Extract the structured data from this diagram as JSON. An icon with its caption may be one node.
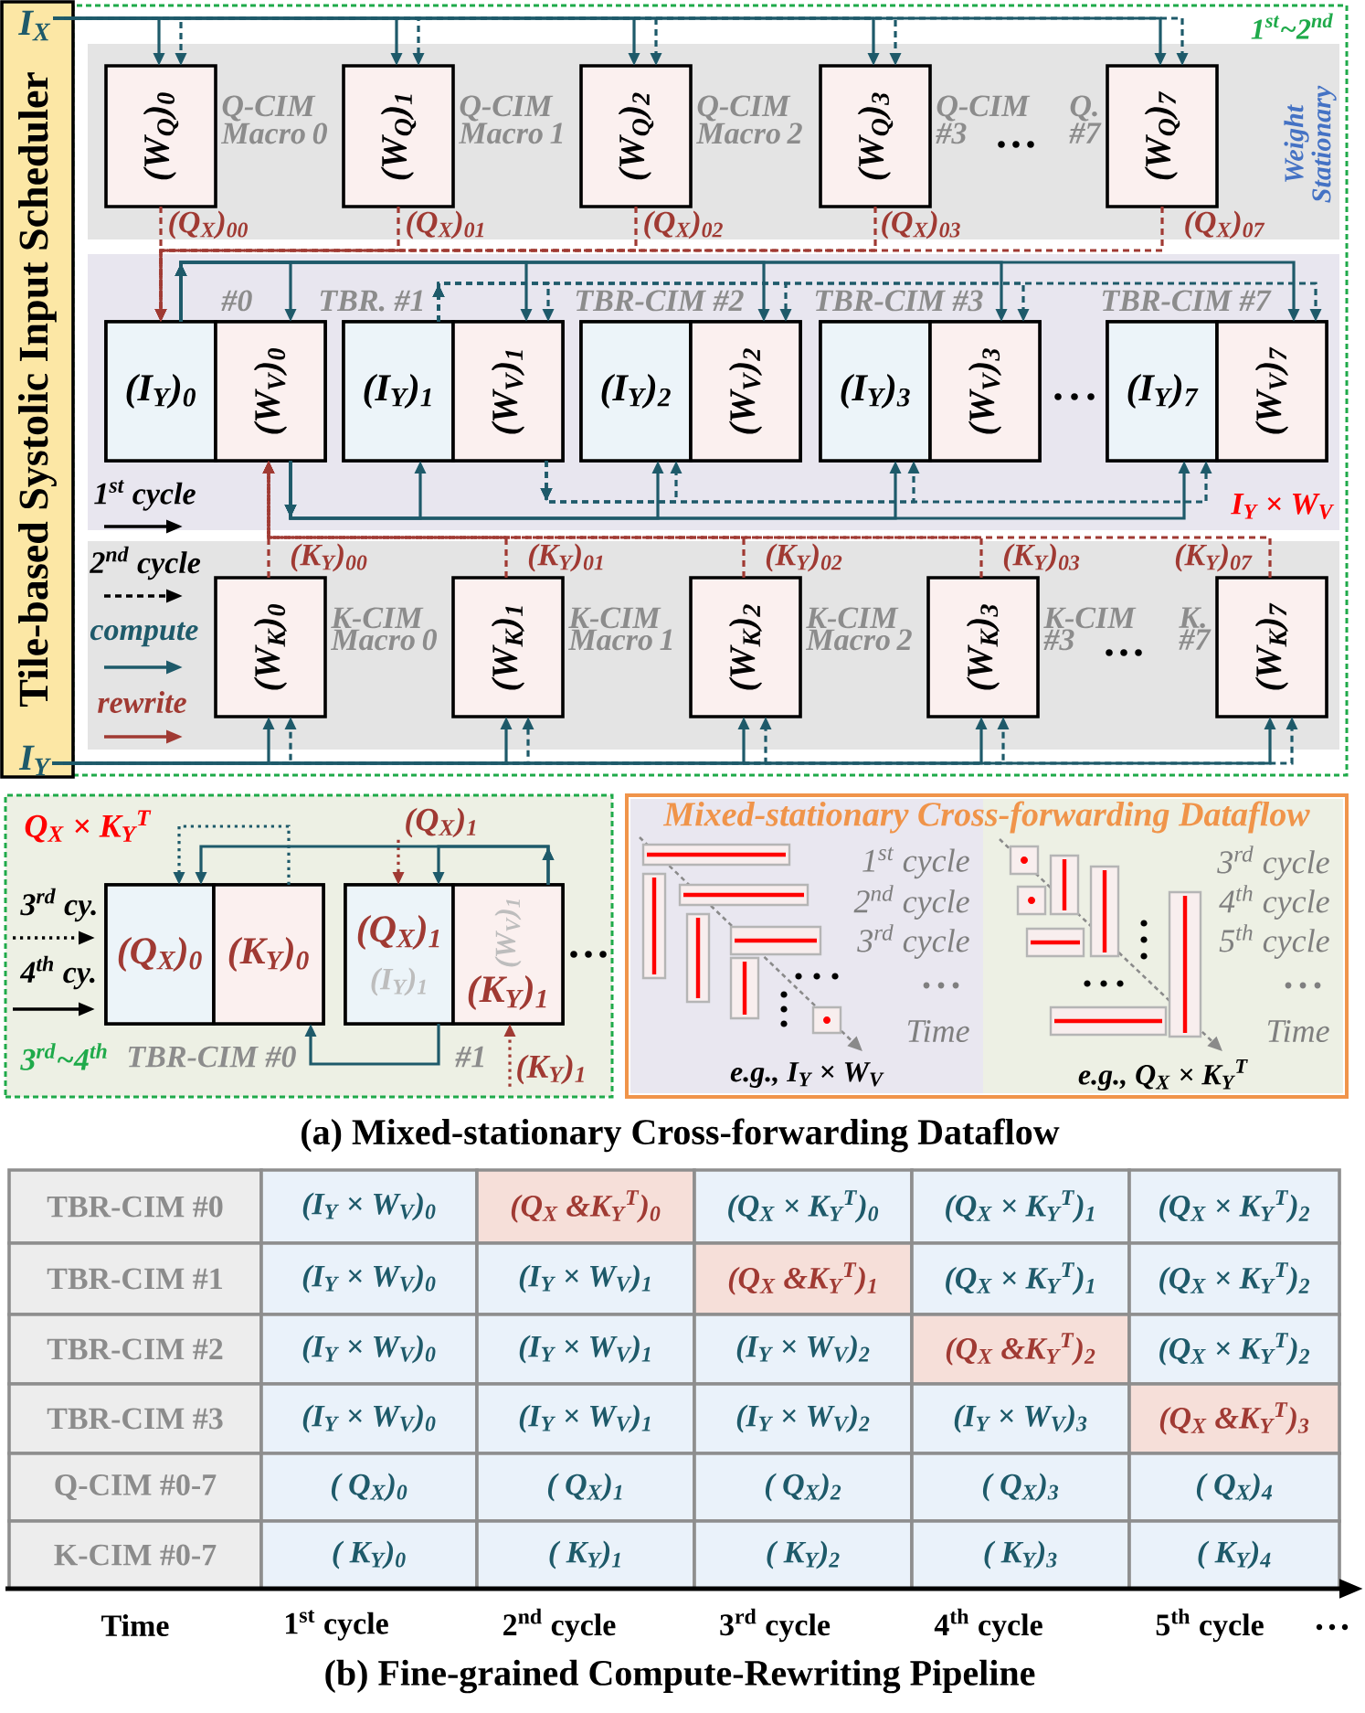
{
  "diagram": {
    "nodes": [
      {
        "text": [
          "Tile-based Systolic Input Scheduler"
        ]
      },
      {
        "text": [
          "I$_{X}$"
        ],
        "in": 0
      },
      {
        "text": [
          "I$_{Y}$"
        ],
        "in": 0
      },
      {
        "text": [
          "1$^{st}$~2$^{nd}$"
        ]
      },
      {
        "text": [
          "Weight Stationary"
        ],
        "in": 3
      },
      {
        "text": [
          "(W$_{Q}$)$_{0}$"
        ],
        "beside": [
          "Q-CIM Macro 0"
        ],
        "in": 4
      },
      {
        "text": [
          "(W$_{Q}$)$_{1}$"
        ],
        "beside": [
          "Q-CIM Macro 1"
        ],
        "in": 4
      },
      {
        "text": [
          "(W$_{Q}$)$_{2}$"
        ],
        "beside": [
          "Q-CIM Macro 2"
        ],
        "in": 4
      },
      {
        "text": [
          "(W$_{Q}$)$_{3}$"
        ],
        "beside": [
          "Q-CIM #3"
        ],
        "in": 4
      },
      {
        "text": [
          "(W$_{Q}$)$_{7}$"
        ],
        "beside": [
          "Q. #7"
        ],
        "in": 4
      },
      {
        "text": [
          "I$_{Y}$ × W$_{V}$"
        ],
        "in": 3
      },
      {
        "text": [
          "#0"
        ],
        "in": 10
      },
      {
        "text": [
          "TBR. #1"
        ],
        "in": 10
      },
      {
        "text": [
          "TBR-CIM #2"
        ],
        "in": 10
      },
      {
        "text": [
          "TBR-CIM #3"
        ],
        "in": 10
      },
      {
        "text": [
          "TBR-CIM #7"
        ],
        "in": 10
      },
      {
        "text": [
          "(I$_{Y}$)$_{0}$"
        ],
        "in": 11
      },
      {
        "text": [
          "(W$_{V}$)$_{0}$"
        ],
        "in": 11
      },
      {
        "text": [
          "(I$_{Y}$)$_{1}$"
        ],
        "in": 12
      },
      {
        "text": [
          "(W$_{V}$)$_{1}$"
        ],
        "in": 12
      },
      {
        "text": [
          "(I$_{Y}$)$_{2}$"
        ],
        "in": 13
      },
      {
        "text": [
          "(W$_{V}$)$_{2}$"
        ],
        "in": 13
      },
      {
        "text": [
          "(I$_{Y}$)$_{3}$"
        ],
        "in": 14
      },
      {
        "text": [
          "(W$_{V}$)$_{3}$"
        ],
        "in": 14
      },
      {
        "text": [
          "(I$_{Y}$)$_{7}$"
        ],
        "in": 15
      },
      {
        "text": [
          "(W$_{V}$)$_{7}$"
        ],
        "in": 15
      },
      {
        "text": [],
        "shape": "band",
        "in": 3
      },
      {
        "text": [
          "(W$_{K}$)$_{0}$"
        ],
        "beside": [
          "K-CIM Macro 0"
        ],
        "in": 26
      },
      {
        "text": [
          "(W$_{K}$)$_{1}$"
        ],
        "beside": [
          "K-CIM Macro 1"
        ],
        "in": 26
      },
      {
        "text": [
          "(W$_{K}$)$_{2}$"
        ],
        "beside": [
          "K-CIM Macro 2"
        ],
        "in": 26
      },
      {
        "text": [
          "(W$_{K}$)$_{3}$"
        ],
        "beside": [
          "K-CIM #3"
        ],
        "in": 26
      },
      {
        "text": [
          "(W$_{K}$)$_{7}$"
        ],
        "beside": [
          "K. #7"
        ],
        "in": 26
      },
      {
        "text": [
          "Q$_{X}$ × K$_{Y}$$^{T}$",
          "3$^{rd}$~4$^{th}$"
        ]
      },
      {
        "text": [
          "TBR-CIM #0"
        ],
        "in": 32
      },
      {
        "text": [
          "(Q$_{X}$)$_{0}$"
        ],
        "in": 33
      },
      {
        "text": [
          "(K$_{Y}$)$_{0}$"
        ],
        "in": 33
      },
      {
        "text": [
          "#1"
        ],
        "in": 32
      },
      {
        "text": [
          "(Q$_{X}$)$_{1}$",
          "(I$_{Y}$)$_{1}$"
        ],
        "in": 36
      },
      {
        "text": [
          "(K$_{Y}$)$_{1}$",
          "(W$_{V}$)$_{1}$"
        ],
        "in": 36
      },
      {
        "text": [
          "(Q$_{X}$)$_{1}$"
        ],
        "in": 32
      },
      {
        "text": [
          "(K$_{Y}$)$_{1}$"
        ],
        "in": 32
      },
      {
        "text": [
          "Mixed-stationary Cross-forwarding Dataflow"
        ]
      },
      {
        "text": [
          "1$^{st}$ cycle",
          "2$^{nd}$ cycle",
          "3$^{rd}$ cycle",
          "Time",
          "e.g., I$_{Y}$ × W$_{V}$"
        ],
        "in": 41
      },
      {
        "text": [
          "3$^{rd}$ cycle",
          "4$^{th}$ cycle",
          "5$^{th}$ cycle",
          "Time",
          "e.g., Q$_{X}$ × K$_{Y}$$^{T}$"
        ],
        "in": 41
      }
    ],
    "edges": [
      {
        "from": 1,
        "to": 5,
        "arrow": "to"
      },
      {
        "from": 1,
        "to": 5,
        "arrow": "to",
        "style": "dashed"
      },
      {
        "from": 1,
        "to": 6,
        "arrow": "to"
      },
      {
        "from": 1,
        "to": 6,
        "arrow": "to",
        "style": "dashed"
      },
      {
        "from": 1,
        "to": 7,
        "arrow": "to"
      },
      {
        "from": 1,
        "to": 7,
        "arrow": "to",
        "style": "dashed"
      },
      {
        "from": 1,
        "to": 8,
        "arrow": "to"
      },
      {
        "from": 1,
        "to": 8,
        "arrow": "to",
        "style": "dashed"
      },
      {
        "from": 1,
        "to": 9,
        "arrow": "to"
      },
      {
        "from": 1,
        "to": 9,
        "arrow": "to",
        "style": "dashed"
      },
      {
        "from": 5,
        "to": 16,
        "arrow": "to",
        "label": "(Q$_{X}$)$_{00}$",
        "style": "dashed",
        "color": "#a03a33"
      },
      {
        "from": 6,
        "to": 16,
        "arrow": "to",
        "label": "(Q$_{X}$)$_{01}$",
        "style": "dashed",
        "color": "#a03a33"
      },
      {
        "from": 7,
        "to": 16,
        "arrow": "to",
        "label": "(Q$_{X}$)$_{02}$",
        "style": "dashed",
        "color": "#a03a33"
      },
      {
        "from": 8,
        "to": 16,
        "arrow": "to",
        "label": "(Q$_{X}$)$_{03}$",
        "style": "dashed",
        "color": "#a03a33"
      },
      {
        "from": 9,
        "to": 16,
        "arrow": "to",
        "label": "(Q$_{X}$)$_{07}$",
        "style": "dashed",
        "color": "#a03a33"
      },
      {
        "from": 16,
        "to": 17,
        "arrow": "to"
      },
      {
        "from": 16,
        "to": 19,
        "arrow": "to"
      },
      {
        "from": 16,
        "to": 21,
        "arrow": "to"
      },
      {
        "from": 16,
        "to": 23,
        "arrow": "to"
      },
      {
        "from": 16,
        "to": 25,
        "arrow": "to"
      },
      {
        "from": 18,
        "to": 19,
        "arrow": "to",
        "style": "dashed"
      },
      {
        "from": 18,
        "to": 21,
        "arrow": "to",
        "style": "dashed"
      },
      {
        "from": 18,
        "to": 23,
        "arrow": "to",
        "style": "dashed"
      },
      {
        "from": 18,
        "to": 25,
        "arrow": "to",
        "style": "dashed"
      },
      {
        "from": 17,
        "to": 18,
        "arrow": "to"
      },
      {
        "from": 17,
        "to": 20,
        "arrow": "to"
      },
      {
        "from": 17,
        "to": 22,
        "arrow": "to"
      },
      {
        "from": 17,
        "to": 24,
        "arrow": "to"
      },
      {
        "from": 19,
        "to": 20,
        "arrow": "to",
        "style": "dashed"
      },
      {
        "from": 19,
        "to": 22,
        "arrow": "to",
        "style": "dashed"
      },
      {
        "from": 19,
        "to": 24,
        "arrow": "to",
        "style": "dashed"
      },
      {
        "from": 27,
        "to": 17,
        "arrow": "to",
        "label": "(K$_{Y}$)$_{00}$",
        "style": "dashed",
        "color": "#a03a33"
      },
      {
        "from": 28,
        "to": 17,
        "arrow": "to",
        "label": "(K$_{Y}$)$_{01}$",
        "style": "dashed",
        "color": "#a03a33"
      },
      {
        "from": 29,
        "to": 17,
        "arrow": "to",
        "label": "(K$_{Y}$)$_{02}$",
        "style": "dashed",
        "color": "#a03a33"
      },
      {
        "from": 30,
        "to": 17,
        "arrow": "to",
        "label": "(K$_{Y}$)$_{03}$",
        "style": "dashed",
        "color": "#a03a33"
      },
      {
        "from": 31,
        "to": 17,
        "arrow": "to",
        "label": "(K$_{Y}$)$_{07}$",
        "style": "dashed",
        "color": "#a03a33"
      },
      {
        "from": 2,
        "to": 27,
        "arrow": "to"
      },
      {
        "from": 2,
        "to": 27,
        "arrow": "to",
        "style": "dashed"
      },
      {
        "from": 2,
        "to": 28,
        "arrow": "to"
      },
      {
        "from": 2,
        "to": 28,
        "arrow": "to",
        "style": "dashed"
      },
      {
        "from": 2,
        "to": 29,
        "arrow": "to"
      },
      {
        "from": 2,
        "to": 29,
        "arrow": "to",
        "style": "dashed"
      },
      {
        "from": 2,
        "to": 30,
        "arrow": "to"
      },
      {
        "from": 2,
        "to": 30,
        "arrow": "to",
        "style": "dashed"
      },
      {
        "from": 2,
        "to": 31,
        "arrow": "to"
      },
      {
        "from": 2,
        "to": 31,
        "arrow": "to",
        "style": "dashed"
      },
      {
        "from": 39,
        "to": 37,
        "arrow": "to",
        "style": "dashed",
        "color": "#a03a33"
      },
      {
        "from": 40,
        "to": 38,
        "arrow": "to",
        "style": "dashed",
        "color": "#a03a33"
      },
      {
        "from": 38,
        "to": 34,
        "arrow": "to"
      },
      {
        "from": 38,
        "to": 37,
        "arrow": "to"
      },
      {
        "from": 35,
        "to": 34,
        "arrow": "to",
        "style": "dashed"
      },
      {
        "from": 37,
        "to": 35,
        "arrow": "to"
      }
    ],
    "labels": [
      "(a) Mixed-stationary Cross-forwarding Dataflow",
      "TBR-CIM #0",
      "(I$_{Y}$ × W$_{V}$)$_{0}$",
      "(Q$_{X}$ &K$_{Y}$$^{T}$)$_{0}$",
      "(Q$_{X}$ × K$_{Y}$$^{T}$)$_{0}$",
      "(Q$_{X}$ × K$_{Y}$$^{T}$)$_{1}$",
      "(Q$_{X}$ × K$_{Y}$$^{T}$)$_{2}$",
      "TBR-CIM #1",
      "(I$_{Y}$ × W$_{V}$)$_{0}$",
      "(I$_{Y}$ × W$_{V}$)$_{1}$",
      "(Q$_{X}$ &K$_{Y}$$^{T}$)$_{1}$",
      "(Q$_{X}$ × K$_{Y}$$^{T}$)$_{1}$",
      "(Q$_{X}$ × K$_{Y}$$^{T}$)$_{2}$",
      "TBR-CIM #2",
      "(I$_{Y}$ × W$_{V}$)$_{0}$",
      "(I$_{Y}$ × W$_{V}$)$_{1}$",
      "(I$_{Y}$ × W$_{V}$)$_{2}$",
      "(Q$_{X}$ &K$_{Y}$$^{T}$)$_{2}$",
      "(Q$_{X}$ × K$_{Y}$$^{T}$)$_{2}$",
      "TBR-CIM #3",
      "(I$_{Y}$ × W$_{V}$)$_{0}$",
      "(I$_{Y}$ × W$_{V}$)$_{1}$",
      "(I$_{Y}$ × W$_{V}$)$_{2}$",
      "(I$_{Y}$ × W$_{V}$)$_{3}$",
      "(Q$_{X}$ &K$_{Y}$$^{T}$)$_{3}$",
      "Q-CIM #0-7",
      "( Q$_{X}$)$_{0}$",
      "( Q$_{X}$)$_{1}$",
      "( Q$_{X}$)$_{2}$",
      "( Q$_{X}$)$_{3}$",
      "( Q$_{X}$)$_{4}$",
      "K-CIM #0-7",
      "( K$_{Y}$)$_{0}$",
      "( K$_{Y}$)$_{1}$",
      "( K$_{Y}$)$_{2}$",
      "( K$_{Y}$)$_{3}$",
      "( K$_{Y}$)$_{4}$",
      "Time",
      "1$^{st}$ cycle",
      "2$^{nd}$ cycle",
      "3$^{rd}$ cycle",
      "4$^{th}$ cycle",
      "5$^{th}$ cycle",
      "(b) Fine-grained Compute-Rewriting Pipeline"
    ],
    "legend": [
      {
        "text": "1$^{st}$ cycle"
      },
      {
        "text": "2$^{nd}$ cycle"
      },
      {
        "text": "compute"
      },
      {
        "text": "rewrite"
      },
      {
        "text": "3$^{rd}$ cy."
      },
      {
        "text": "4$^{th}$ cy."
      }
    ]
  }
}
